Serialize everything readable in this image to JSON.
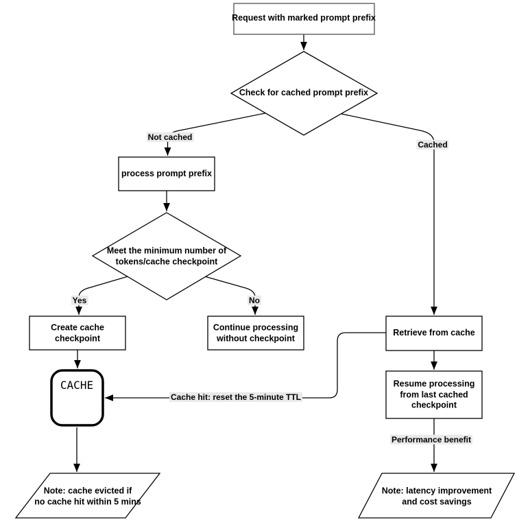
{
  "title": "Prompt caching flowchart",
  "nodes": {
    "request": "Request with marked prompt prefix",
    "check_cached": "Check for cached prompt prefix",
    "process_prefix": "process prompt prefix",
    "min_tokens": "Meet the minimum number of\ntokens/cache checkpoint",
    "create_checkpoint": "Create cache\ncheckpoint",
    "continue_processing": "Continue processing\nwithout checkpoint",
    "retrieve_cache": "Retrieve from cache",
    "cache_store": "CACHE",
    "resume_processing": "Resume processing\nfrom last cached\ncheckpoint",
    "note_evicted": "Note: cache evicted if\nno cache hit within 5 mins",
    "note_benefit": "Note: latency improvement\nand cost savings"
  },
  "edge_labels": {
    "not_cached": "Not cached",
    "cached": "Cached",
    "yes": "Yes",
    "no": "No",
    "cache_hit": "Cache hit: reset the 5-minute TTL",
    "performance": "Performance benefit"
  },
  "colors": {
    "stroke": "#000000",
    "request_border": "#666666",
    "label_bg": "#e9e9e9",
    "node_fill": "#ffffff"
  }
}
